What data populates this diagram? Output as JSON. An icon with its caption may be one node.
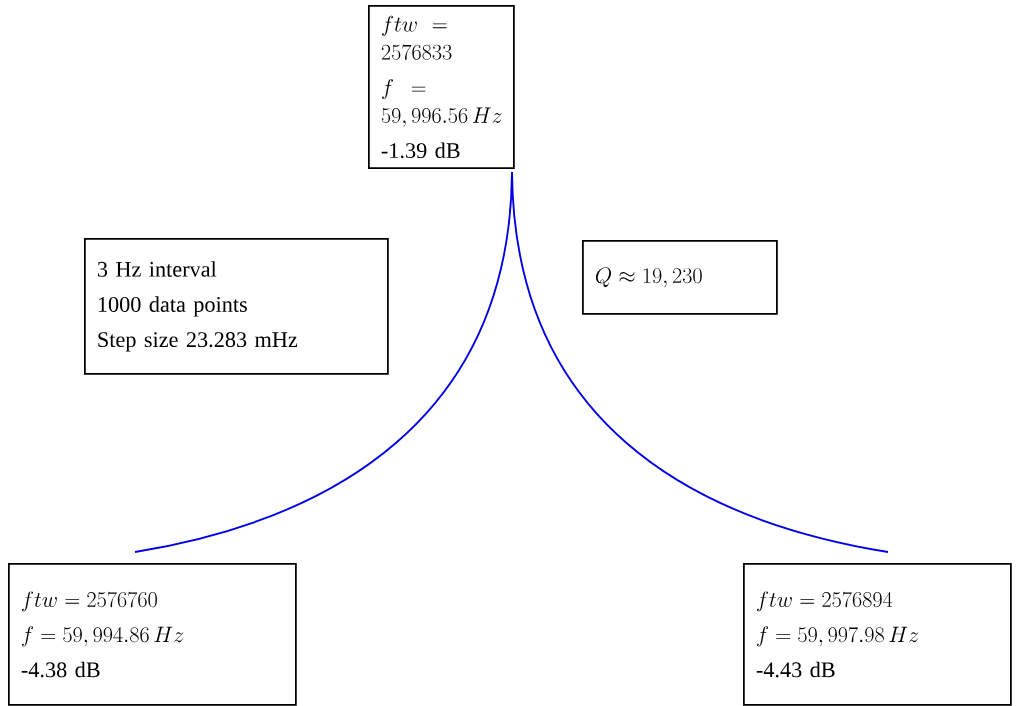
{
  "diagram": {
    "nodes": [
      {
        "text": [
          "ftw = 2576833",
          "f = 59,996.56\\,Hz",
          "-1.39 dB"
        ]
      },
      {
        "text": [
          "3 Hz interval",
          "1000 data points",
          "Step size 23.283 mHz"
        ]
      },
      {
        "text": [
          "Q \\approx 19,230"
        ]
      },
      {
        "text": [
          "ftw = 2576760",
          "f = 59,994.86\\,Hz",
          "-4.38 dB"
        ]
      },
      {
        "text": [
          "ftw = 2576894",
          "f = 59,997.98\\,Hz",
          "-4.43 dB"
        ]
      }
    ]
  }
}
